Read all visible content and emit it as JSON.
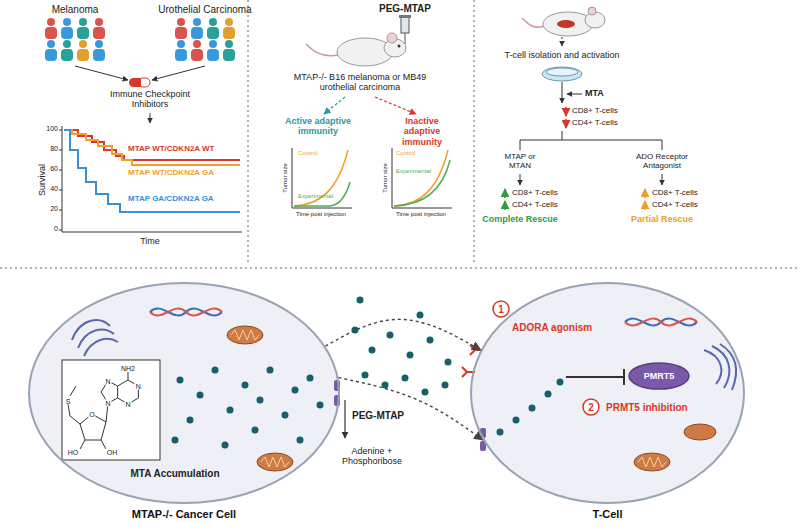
{
  "diagram": {
    "nodes": [
      {
        "text": [
          "MTAP-/- Cancer Cell"
        ]
      },
      {
        "text": [
          "T-Cell"
        ]
      },
      {
        "text": [
          "1"
        ],
        "in": 1
      },
      {
        "text": [
          "2"
        ],
        "in": 1
      },
      {
        "text": [
          "PMRT5"
        ],
        "in": 1
      }
    ],
    "edges": [
      {
        "from": 0,
        "to": 1,
        "arrow": "to"
      },
      {
        "from": 0,
        "to": 1,
        "arrow": "to"
      }
    ],
    "labels": [
      "Melanoma",
      "Urothelial Carcinoma",
      "Immune Checkpoint Inhibitors",
      "100",
      "80",
      "60",
      "40",
      "20",
      "0",
      "Survival",
      "Time",
      "MTAP WT/CDKN2A WT",
      "MTAP WT/CDKN2A GA",
      "MTAP GA/CDKN2A GA",
      "PEG-MTAP",
      "MTAP-/- B16 melanoma or MB49 urothelial carcinoma",
      "Active adaptive immunity",
      "Inactive adaptive immunity",
      "Tumor size",
      "Control",
      "Experimental",
      "Time post injection",
      "Tumor size",
      "Control",
      "Experimental",
      "Time post injection",
      "T-cell isolation and activation",
      "MTA",
      "CD8+ T-cells",
      "CD4+ T-cells",
      "MTAP or MTAN",
      "ADO Receptor Antagonist",
      "CD8+ T-cells",
      "CD4+ T-cells",
      "Complete Rescue",
      "CD8+ T-cells",
      "CD4+ T-cells",
      "Partial Rescue",
      "NH2",
      "N",
      "N",
      "N",
      "N",
      "S",
      "O",
      "HO",
      "OH",
      "MTA Accumulation",
      "PEG-MTAP",
      "Adenine + Phosphoribose",
      "ADORA agonism",
      "PRMT5 inhibition"
    ]
  }
}
